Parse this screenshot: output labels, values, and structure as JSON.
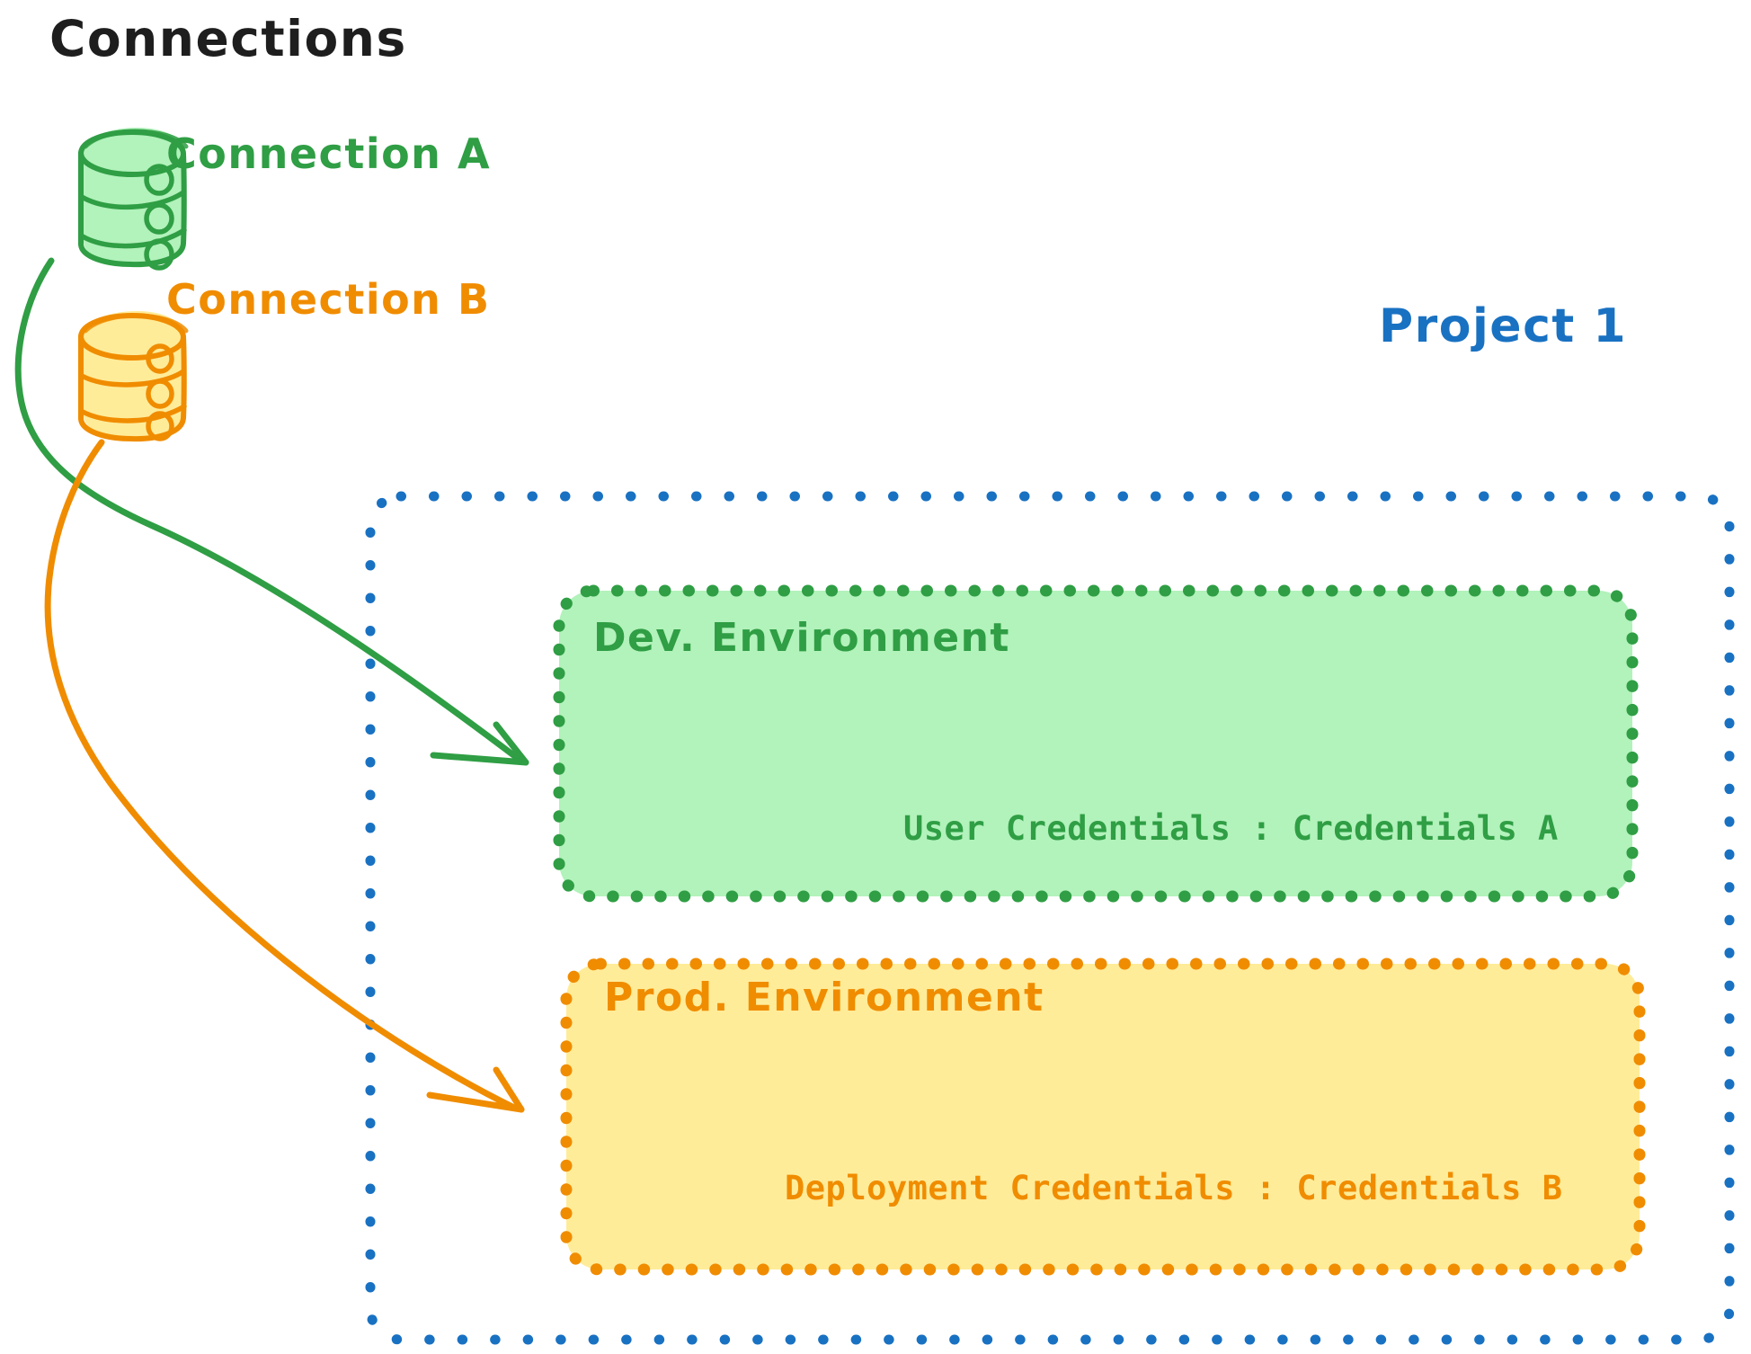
{
  "diagram": {
    "title": "Connections",
    "background": "#ffffff"
  },
  "connections": [
    {
      "id": "connection-a",
      "label": "Connection A",
      "icon": "database-cylinder-icon",
      "color": "#2f9e44",
      "fill": "#b2f2bb",
      "targets_label": "Dev. Environment"
    },
    {
      "id": "connection-b",
      "label": "Connection B",
      "icon": "database-cylinder-icon",
      "color": "#f08c00",
      "fill": "#ffec99",
      "targets_label": "Prod. Environment"
    }
  ],
  "project": {
    "label": "Project 1",
    "color": "#1971c2",
    "border_style": "dotted",
    "environments": [
      {
        "id": "dev-environment",
        "title": "Dev. Environment",
        "credentials_label": "User Credentials",
        "credentials_separator": ":",
        "credentials_value": "Credentials A",
        "credentials_text": "User Credentials : Credentials A",
        "color": "#2f9e44",
        "fill": "#b2f2bb",
        "border_style": "dotted"
      },
      {
        "id": "prod-environment",
        "title": "Prod. Environment",
        "credentials_label": "Deployment Credentials",
        "credentials_separator": ":",
        "credentials_value": "Credentials B",
        "credentials_text": "Deployment Credentials : Credentials B",
        "color": "#f08c00",
        "fill": "#ffec99",
        "border_style": "dotted"
      }
    ]
  },
  "arrows": [
    {
      "id": "arrow-connection-a-to-dev",
      "from": "connection-a",
      "to": "dev-environment",
      "color": "#2f9e44"
    },
    {
      "id": "arrow-connection-b-to-prod",
      "from": "connection-b",
      "to": "prod-environment",
      "color": "#f08c00"
    }
  ]
}
